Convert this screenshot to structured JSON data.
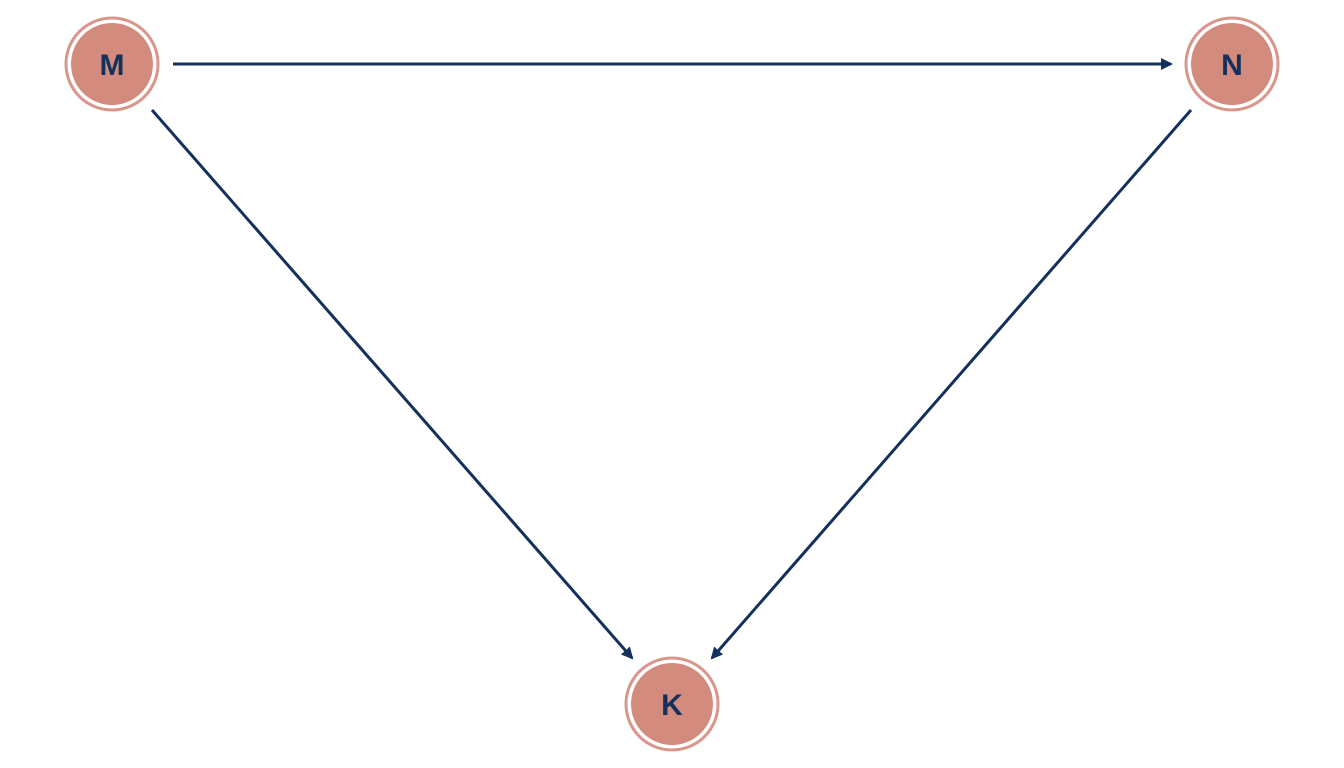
{
  "nodes": {
    "m": {
      "label": "M"
    },
    "n": {
      "label": "N"
    },
    "k": {
      "label": "K"
    }
  },
  "edges": [
    {
      "from": "M",
      "to": "N"
    },
    {
      "from": "M",
      "to": "K"
    },
    {
      "from": "N",
      "to": "K"
    }
  ],
  "colors": {
    "node_fill": "#d28b7c",
    "node_ring": "#d9958a",
    "label": "#13315c",
    "edge": "#13315c",
    "background": "#ffffff"
  }
}
